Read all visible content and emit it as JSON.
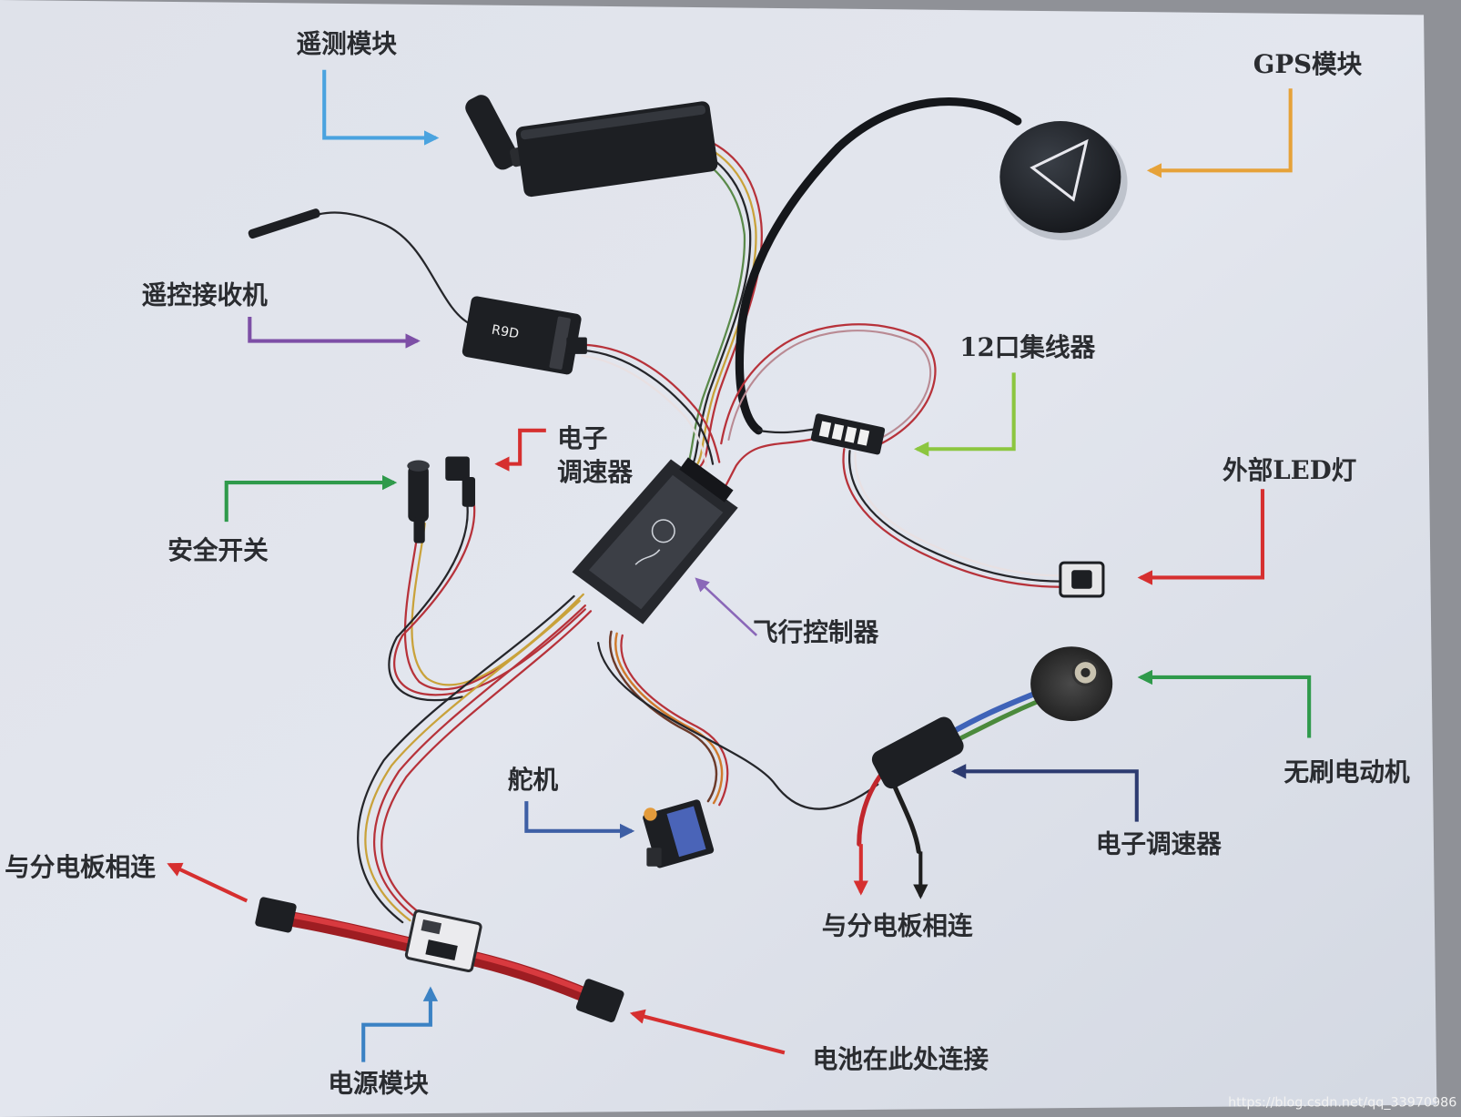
{
  "labels": {
    "telemetry": "遥测模块",
    "gps": "GPS模块",
    "receiver": "遥控接收机",
    "hub": "12口集线器",
    "esc_upper_line1": "电子",
    "esc_upper_line2": "调速器",
    "safety_switch": "安全开关",
    "external_led": "外部LED灯",
    "flight_controller": "飞行控制器",
    "brushless_motor": "无刷电动机",
    "servo": "舵机",
    "esc_lower": "电子调速器",
    "to_pdb_left": "与分电板相连",
    "to_pdb_right": "与分电板相连",
    "power_module": "电源模块",
    "battery_connect": "电池在此处连接"
  },
  "component_text": {
    "receiver_model": "R9D"
  },
  "watermark": "https://blog.csdn.net/qq_33970986",
  "colors": {
    "telemetry_arrow": "#4aa3df",
    "gps_arrow": "#e6a239",
    "receiver_arrow": "#7d4fa6",
    "hub_arrow": "#8cc63f",
    "esc_upper_arrow": "#d62f2f",
    "safety_arrow": "#2f9a4b",
    "led_arrow": "#d62f2f",
    "fc_arrow": "#8a67b8",
    "motor_arrow": "#2f9a4b",
    "servo_arrow": "#3e5fa5",
    "esc_lower_arrow": "#2d3b70",
    "pdb_arrow": "#d62f2f",
    "battery_arrow": "#d62f2f",
    "power_arrow": "#3b82c4",
    "esc_red_lead": "#d62f2f",
    "esc_black_lead": "#1e1e1e"
  }
}
